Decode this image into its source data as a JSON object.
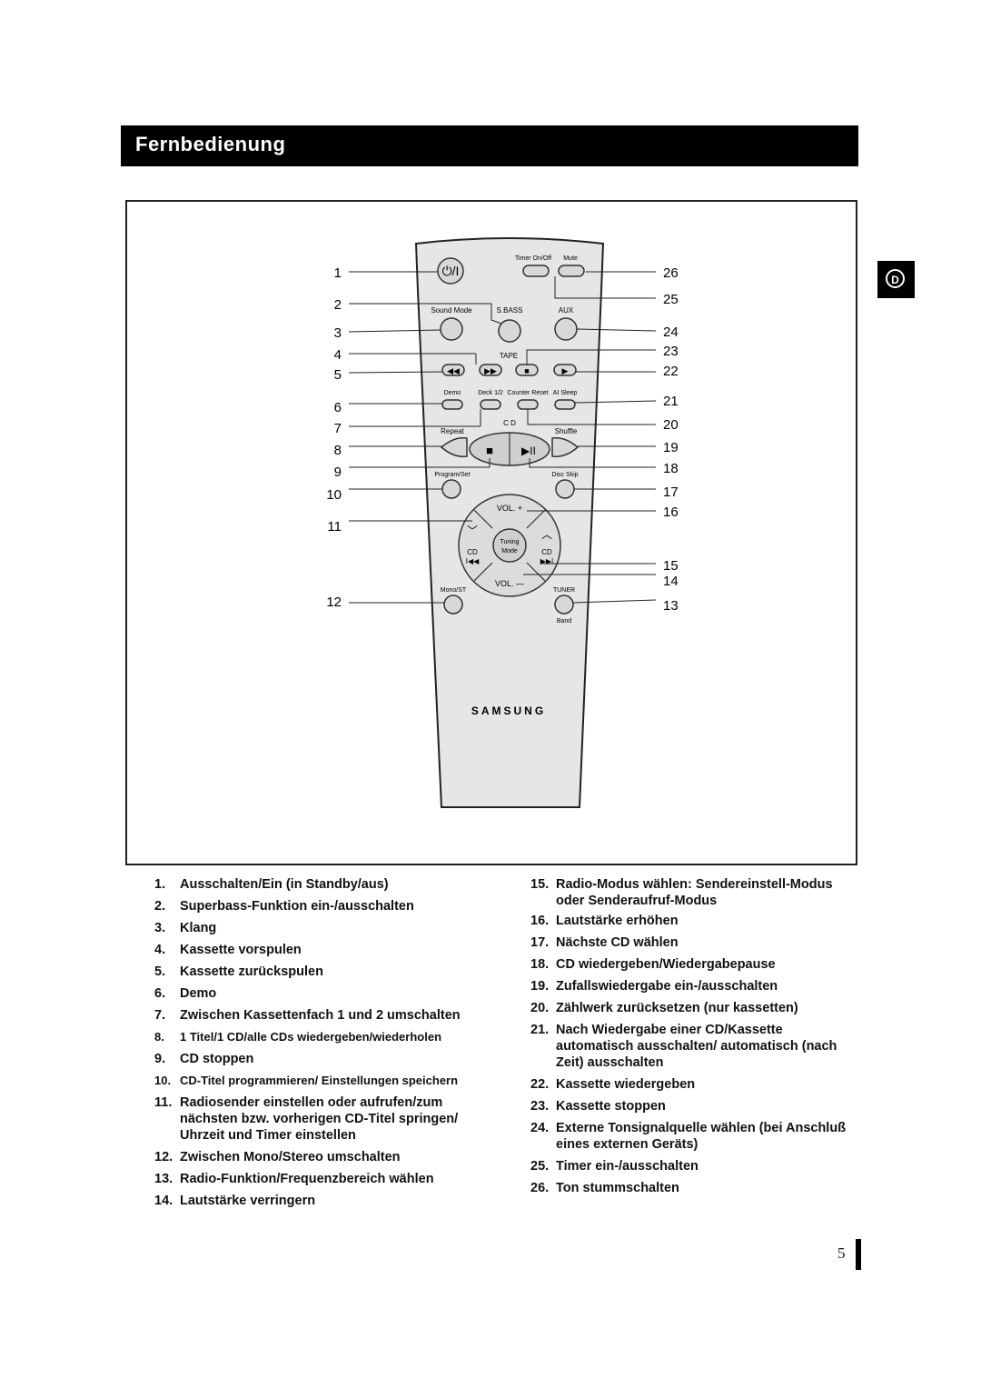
{
  "header": {
    "title": "Fernbedienung",
    "language_badge": "D"
  },
  "remote": {
    "brand": "SAMSUNG",
    "labels": {
      "timer_onoff": "Timer On/Off",
      "mute": "Mute",
      "sound_mode": "Sound Mode",
      "sbass": "S.BASS",
      "aux": "AUX",
      "tape": "TAPE",
      "demo": "Demo",
      "deck": "Deck 1/2",
      "counter_reset": "Counter Reset",
      "ai_sleep": "AI Sleep",
      "cd": "C D",
      "repeat": "Repeat",
      "shuffle": "Shuffle",
      "program_set": "Program/Set",
      "disc_skip": "Disc Skip",
      "vol_plus": "VOL. +",
      "vol_minus": "VOL. —",
      "tuning": "Tuning",
      "mode": "Mode",
      "cd_left": "CD",
      "cd_right": "CD",
      "mono_st": "Mono/ST",
      "tuner": "TUNER",
      "band": "Band"
    },
    "callouts_left": [
      "1",
      "2",
      "3",
      "4",
      "5",
      "6",
      "7",
      "8",
      "9",
      "10",
      "11",
      "12"
    ],
    "callouts_right": [
      "26",
      "25",
      "24",
      "23",
      "22",
      "21",
      "20",
      "19",
      "18",
      "17",
      "16",
      "15",
      "14",
      "13"
    ]
  },
  "legend_left": [
    {
      "num": "1.",
      "text": "Ausschalten/Ein (in Standby/aus)"
    },
    {
      "num": "2.",
      "text": "Superbass-Funktion ein-/ausschalten"
    },
    {
      "num": "3.",
      "text": "Klang"
    },
    {
      "num": "4.",
      "text": "Kassette vorspulen"
    },
    {
      "num": "5.",
      "text": "Kassette zurückspulen"
    },
    {
      "num": "6.",
      "text": "Demo"
    },
    {
      "num": "7.",
      "text": "Zwischen Kassettenfach 1 und 2 umschalten"
    },
    {
      "num": "8.",
      "text": "1 Titel/1 CD/alle CDs wiedergeben/wiederholen"
    },
    {
      "num": "9.",
      "text": "CD stoppen"
    },
    {
      "num": "10.",
      "text": "CD-Titel programmieren/ Einstellungen speichern"
    },
    {
      "num": "11.",
      "text": "Radiosender einstellen oder aufrufen/zum nächsten bzw. vorherigen CD-Titel springen/ Uhrzeit und Timer einstellen"
    },
    {
      "num": "12.",
      "text": "Zwischen Mono/Stereo umschalten"
    },
    {
      "num": "13.",
      "text": "Radio-Funktion/Frequenzbereich wählen"
    },
    {
      "num": "14.",
      "text": "Lautstärke verringern"
    }
  ],
  "legend_right": [
    {
      "num": "15.",
      "text": "Radio-Modus wählen: Sendereinstell-Modus oder Senderaufruf-Modus"
    },
    {
      "num": "16.",
      "text": "Lautstärke erhöhen"
    },
    {
      "num": "17.",
      "text": "Nächste CD wählen"
    },
    {
      "num": "18.",
      "text": "CD wiedergeben/Wiedergabepause"
    },
    {
      "num": "19.",
      "text": "Zufallswiedergabe ein-/ausschalten"
    },
    {
      "num": "20.",
      "text": "Zählwerk zurücksetzen (nur kassetten)"
    },
    {
      "num": "21.",
      "text": "Nach Wiedergabe einer CD/Kassette automatisch ausschalten/ automatisch (nach Zeit) ausschalten"
    },
    {
      "num": "22.",
      "text": "Kassette wiedergeben"
    },
    {
      "num": "23.",
      "text": "Kassette stoppen"
    },
    {
      "num": "24.",
      "text": "Externe Tonsignalquelle wählen (bei Anschluß eines externen Geräts)"
    },
    {
      "num": "25.",
      "text": "Timer ein-/ausschalten"
    },
    {
      "num": "26.",
      "text": "Ton stummschalten"
    }
  ],
  "footer": {
    "page_number": "5"
  }
}
